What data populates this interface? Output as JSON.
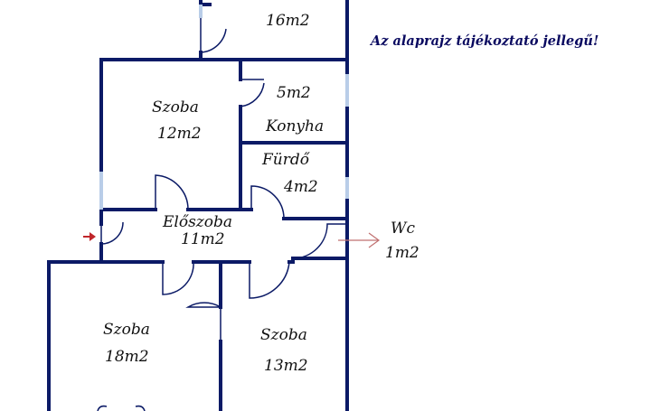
{
  "note": "Az alaprajz tájékoztató jellegű!",
  "rooms": {
    "top": {
      "area": "16m2"
    },
    "kitchen": {
      "area": "5m2",
      "name": "Konyha"
    },
    "room_small": {
      "name": "Szoba",
      "area": "12m2"
    },
    "bath": {
      "name": "Fürdő",
      "area": "4m2"
    },
    "hall": {
      "name": "Előszoba",
      "area": "11m2"
    },
    "wc": {
      "name": "Wc",
      "area": "1m2"
    },
    "room_large": {
      "name": "Szoba",
      "area": "18m2"
    },
    "room_mid": {
      "name": "Szoba",
      "area": "13m2"
    }
  },
  "colors": {
    "wall": "#0b1a66",
    "entrance_arrow": "#c0262a",
    "wc_arrow": "#c07070",
    "window": "#b9cde8"
  }
}
